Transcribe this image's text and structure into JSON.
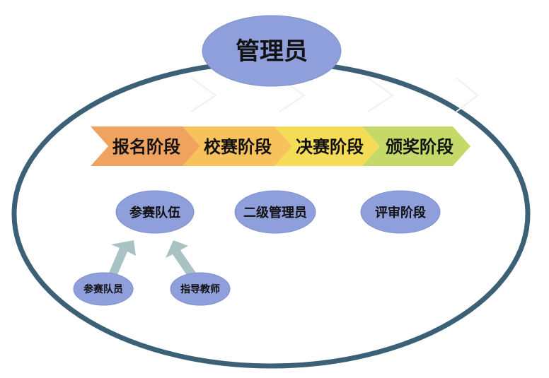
{
  "admin": {
    "label": "管理员"
  },
  "stages": [
    {
      "label": "报名阶段",
      "color": "#f0a35f"
    },
    {
      "label": "校赛阶段",
      "color": "#f7c15c"
    },
    {
      "label": "决赛阶段",
      "color": "#f4dc57"
    },
    {
      "label": "颁奖阶段",
      "color": "#c4d968"
    }
  ],
  "roles": {
    "team": "参赛队伍",
    "sub_admin": "二级管理员",
    "review": "评审阶段",
    "member": "参赛队员",
    "teacher": "指导教师"
  },
  "colors": {
    "ellipse_fill": "#8f9fdc",
    "ring_stroke": "#3c6177",
    "arrow": "#a9c2c4"
  }
}
